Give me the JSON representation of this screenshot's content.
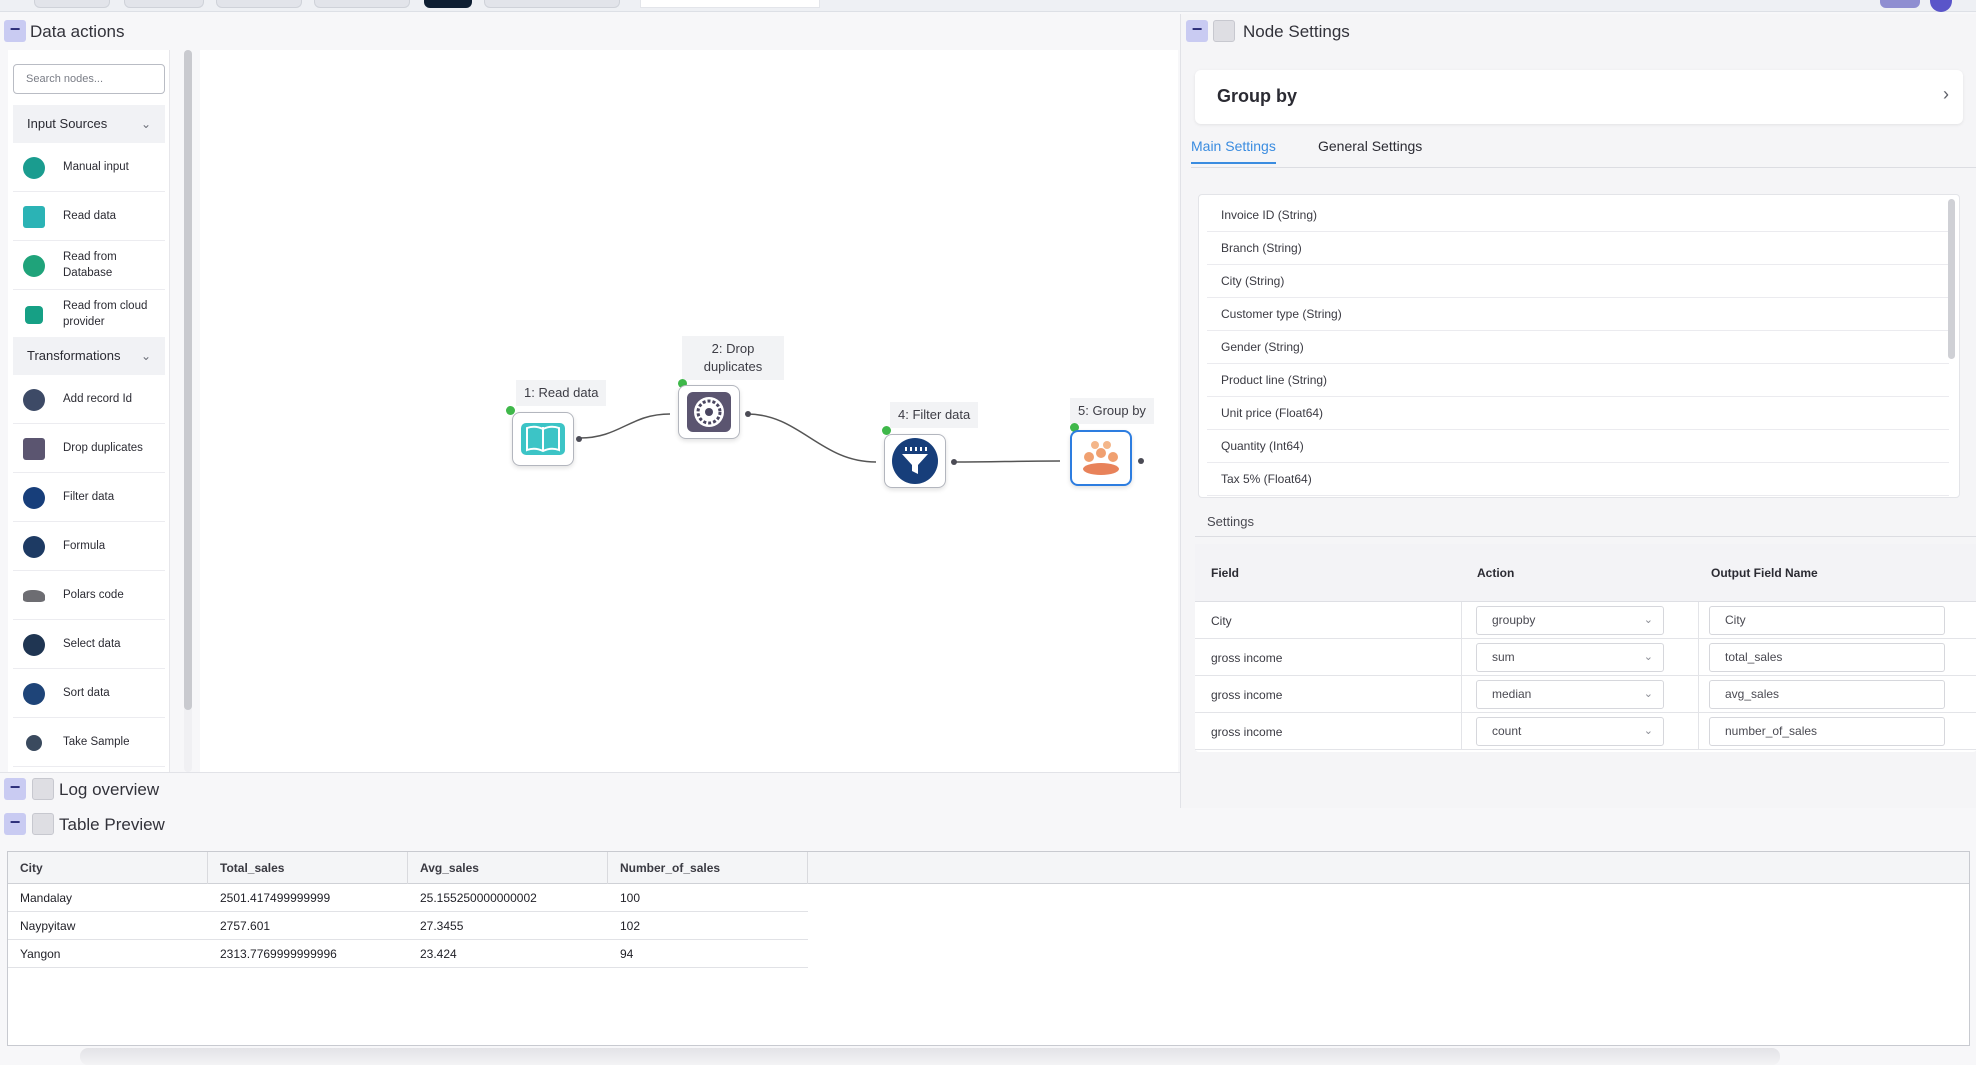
{
  "panels": {
    "data_actions": "Data actions",
    "node_settings": "Node Settings",
    "log_overview": "Log overview",
    "table_preview": "Table Preview",
    "collapse_symbol": "−"
  },
  "sidebar": {
    "search_placeholder": "Search nodes...",
    "groups": [
      {
        "label": "Input Sources",
        "chevron": "⌄"
      },
      {
        "label": "Transformations",
        "chevron": "⌄"
      }
    ],
    "input_items": [
      {
        "label": "Manual input",
        "icon": "manual-input-icon",
        "color": "#1a9c8f"
      },
      {
        "label": "Read data",
        "icon": "book-icon",
        "color": "#2bb3b5"
      },
      {
        "label": "Read from Database",
        "icon": "database-icon",
        "color": "#1fa37a"
      },
      {
        "label": "Read from cloud provider",
        "icon": "cloud-icon",
        "color": "#16a085"
      }
    ],
    "transform_items": [
      {
        "label": "Add record Id",
        "icon": "record-id-icon",
        "color": "#3d4a66"
      },
      {
        "label": "Drop duplicates",
        "icon": "drop-duplicates-icon",
        "color": "#5b5570"
      },
      {
        "label": "Filter data",
        "icon": "filter-icon",
        "color": "#173e7a"
      },
      {
        "label": "Formula",
        "icon": "formula-icon",
        "color": "#1d3a63"
      },
      {
        "label": "Polars code",
        "icon": "polar-bear-icon",
        "color": "#6d6d72"
      },
      {
        "label": "Select data",
        "icon": "select-icon",
        "color": "#1f3552"
      },
      {
        "label": "Sort data",
        "icon": "sort-icon",
        "color": "#1e4478"
      },
      {
        "label": "Take Sample",
        "icon": "sample-icon",
        "color": "#3a4a5e"
      }
    ]
  },
  "canvas": {
    "nodes": [
      {
        "label": "1: Read data",
        "icon": "book-icon"
      },
      {
        "label": "2: Drop duplicates",
        "icon": "drop-duplicates-icon"
      },
      {
        "label": "4: Filter data",
        "icon": "filter-icon"
      },
      {
        "label": "5: Group by",
        "icon": "group-by-icon"
      }
    ]
  },
  "node_settings": {
    "title": "Group by",
    "chevron": "›",
    "tabs": [
      "Main Settings",
      "General Settings"
    ],
    "columns": [
      "Invoice ID (String)",
      "Branch (String)",
      "City (String)",
      "Customer type (String)",
      "Gender (String)",
      "Product line (String)",
      "Unit price (Float64)",
      "Quantity (Int64)",
      "Tax 5% (Float64)"
    ],
    "settings_label": "Settings",
    "agg_headers": [
      "Field",
      "Action",
      "Output Field Name"
    ],
    "agg_rows": [
      {
        "field": "City",
        "action": "groupby",
        "output": "City"
      },
      {
        "field": "gross income",
        "action": "sum",
        "output": "total_sales"
      },
      {
        "field": "gross income",
        "action": "median",
        "output": "avg_sales"
      },
      {
        "field": "gross income",
        "action": "count",
        "output": "number_of_sales"
      }
    ]
  },
  "preview": {
    "headers": [
      "City",
      "Total_sales",
      "Avg_sales",
      "Number_of_sales"
    ],
    "rows": [
      [
        "Mandalay",
        "2501.417499999999",
        "25.155250000000002",
        "100"
      ],
      [
        "Naypyitaw",
        "2757.601",
        "27.3455",
        "102"
      ],
      [
        "Yangon",
        "2313.7769999999996",
        "23.424",
        "94"
      ]
    ]
  }
}
